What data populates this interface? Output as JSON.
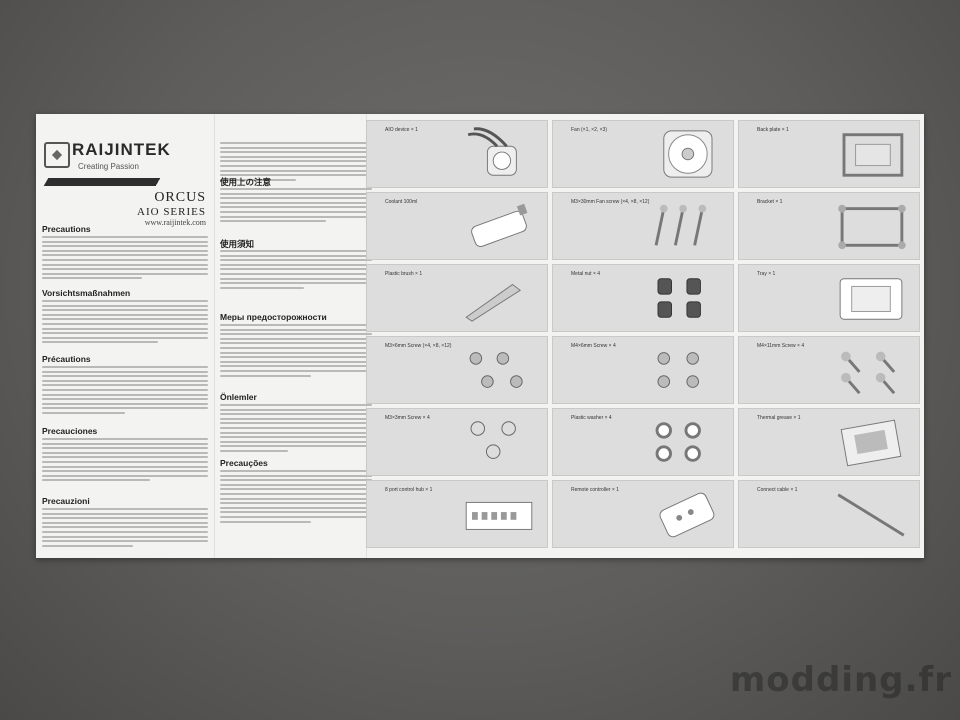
{
  "brand": {
    "name": "RAIJINTEK",
    "tagline": "Creating Passion",
    "product": "ORCUS",
    "series": "AIO SERIES",
    "url": "www.raijintek.com"
  },
  "sections_left": [
    "Precautions",
    "Vorsichtsmaßnahmen",
    "Précautions",
    "Precauciones",
    "Precauzioni"
  ],
  "sections_mid": [
    "使用上の注意",
    "使用須知",
    "Меры предосторожности",
    "Önlemler",
    "Precauções"
  ],
  "parts": [
    [
      "AIO device × 1",
      "Fan (×1, ×2, ×3)",
      "Back plate × 1"
    ],
    [
      "Coolant 100ml",
      "M3×30mm Fan screw (×4, ×8, ×12)",
      "Bracket × 1"
    ],
    [
      "Plastic brush × 1",
      "Metal nut × 4",
      "Tray × 1"
    ],
    [
      "M3×6mm Screw (×4, ×8, ×12)",
      "M4×6mm Screw × 4",
      "M4×11mm Screw × 4"
    ],
    [
      "M3×3mm Screw × 4",
      "Plastic washer × 4",
      "Thermal grease × 1"
    ],
    [
      "8 port control hub × 1",
      "Remote controller × 1",
      "Connect cable × 1"
    ]
  ],
  "watermark": "modding.fr"
}
